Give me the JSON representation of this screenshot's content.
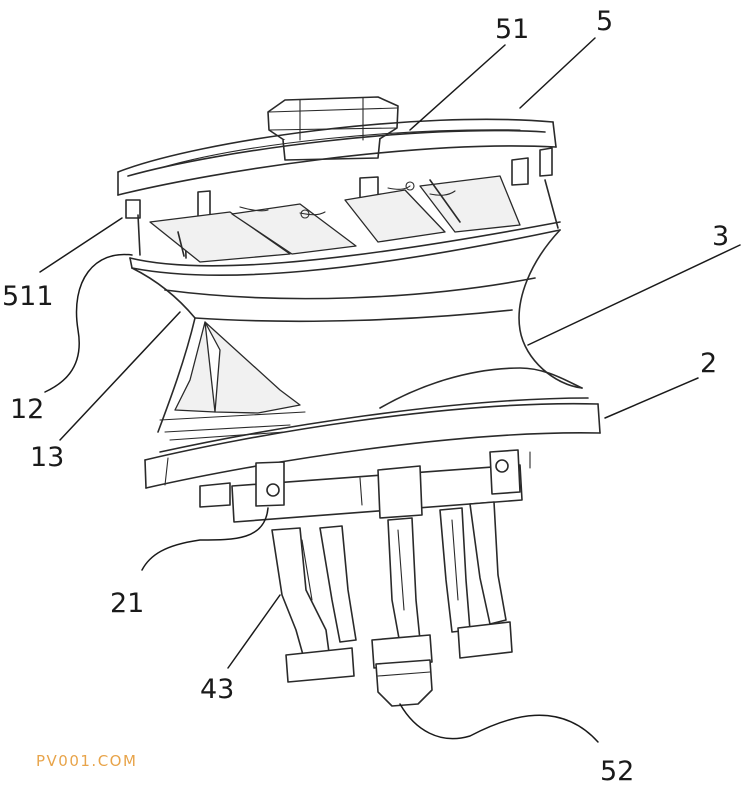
{
  "labels": {
    "l5": "5",
    "l51": "51",
    "l511": "511",
    "l3": "3",
    "l12": "12",
    "l13": "13",
    "l2": "2",
    "l21": "21",
    "l43": "43",
    "l52": "52"
  },
  "watermark": "PV001.COM",
  "colors": {
    "line": "#2a2a2a",
    "watermark": "#e8a44a"
  }
}
